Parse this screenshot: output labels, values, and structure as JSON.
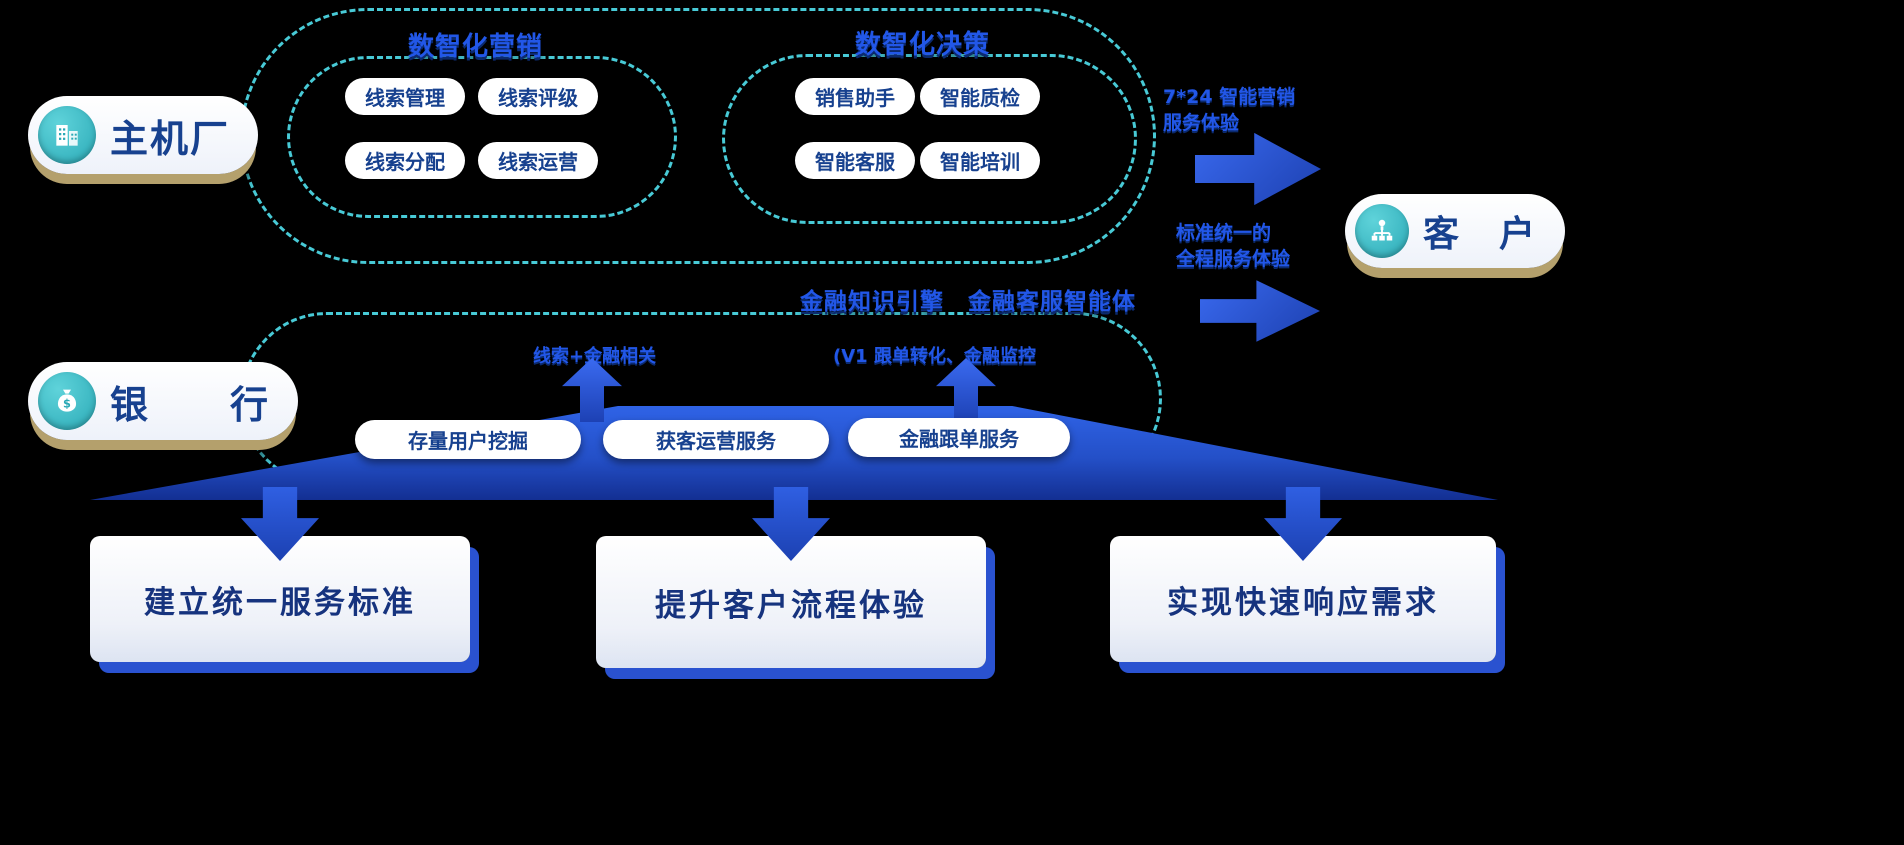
{
  "actors": {
    "oem": {
      "label": "主机厂",
      "icon": "building-icon"
    },
    "bank": {
      "label": "银　　行",
      "icon": "money-bag-icon"
    },
    "customer": {
      "label": "客　户",
      "icon": "organization-icon"
    }
  },
  "marketing": {
    "title": "数智化营销",
    "items": [
      "线索管理",
      "线索评级",
      "线索分配",
      "线索运营"
    ]
  },
  "decision": {
    "title": "数智化决策",
    "items": [
      "销售助手",
      "智能质检",
      "智能客服",
      "智能培训"
    ]
  },
  "engine_caption": "金融知识引擎　金融客服智能体",
  "bank_flow": {
    "label_left": "线索+金融相关",
    "label_right": "(V1 跟单转化、金融监控",
    "pills": [
      "存量用户挖掘",
      "获客运营服务",
      "金融跟单服务"
    ]
  },
  "right_flow": {
    "arrow1_line1": "7*24 智能营销",
    "arrow1_line2": "服务体验",
    "arrow2_line1": "标准统一的",
    "arrow2_line2": "全程服务体验"
  },
  "goals": [
    "建立统一服务标准",
    "提升客户流程体验",
    "实现快速响应需求"
  ],
  "colors": {
    "accent_blue": "#2257e8",
    "deep_blue": "#132f92",
    "dashed_cyan": "#48cad6",
    "navy_text": "#17418f",
    "teal_icon": "#2aa9b6",
    "tan_shadow": "#b4a06c"
  }
}
